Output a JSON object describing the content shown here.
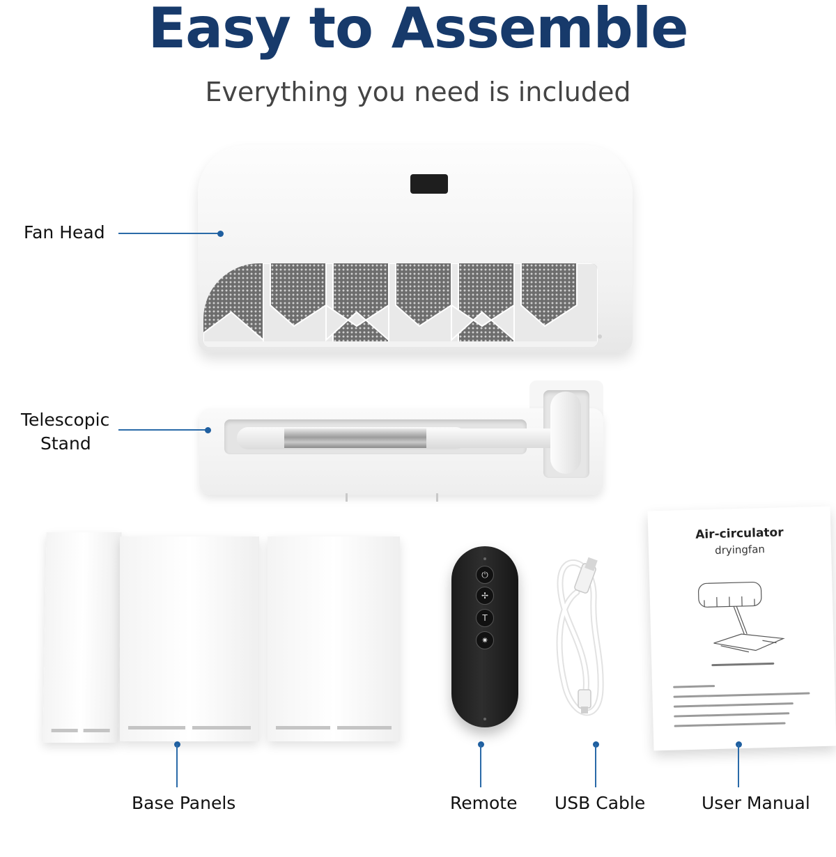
{
  "header": {
    "title": "Easy to Assemble",
    "subtitle": "Everything you need is included"
  },
  "components": {
    "fan_head": "Fan Head",
    "stand_line1": "Telescopic",
    "stand_line2": "Stand",
    "base_panels": "Base Panels",
    "remote": "Remote",
    "usb_cable": "USB Cable",
    "user_manual": "User Manual"
  },
  "manual": {
    "title": "Air-circulator",
    "subtitle": "dryingfan"
  },
  "colors": {
    "title": "#173a6b",
    "accent": "#2a6aa8"
  }
}
